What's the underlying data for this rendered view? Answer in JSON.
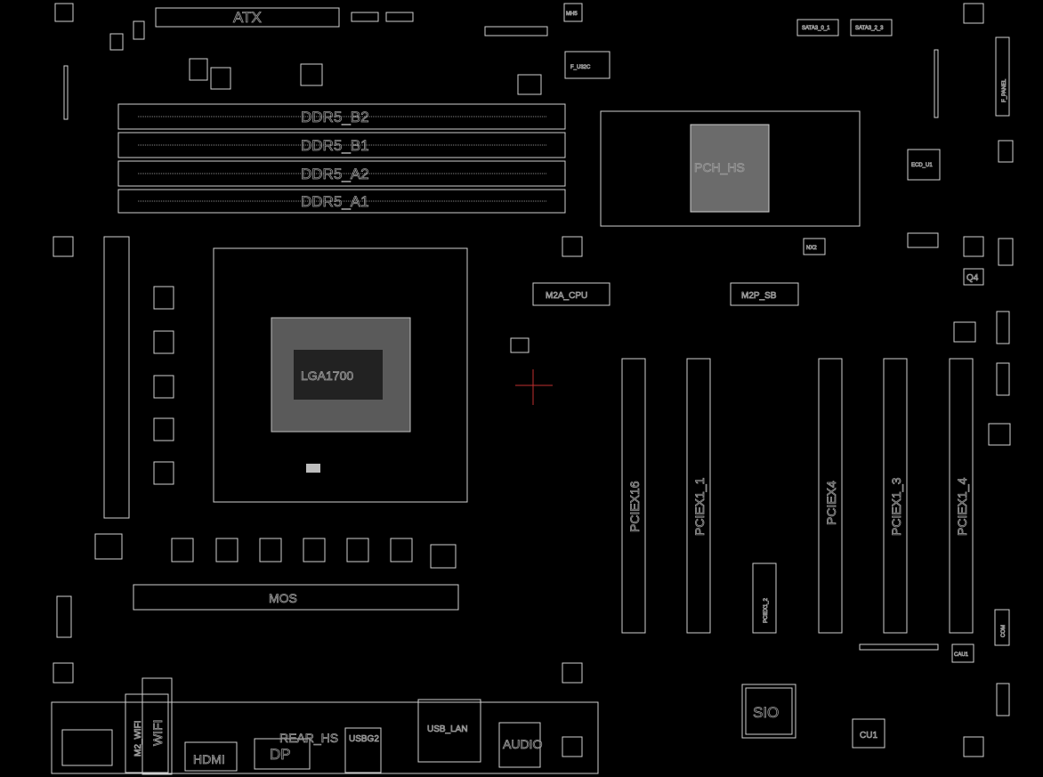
{
  "labels": {
    "atx": "ATX",
    "ddr_b2": "DDR5_B2",
    "ddr_b1": "DDR5_B1",
    "ddr_a2": "DDR5_A2",
    "ddr_a1": "DDR5_A1",
    "pch": "PCH_HS",
    "cpu": "LGA1700",
    "m2a": "M2A_CPU",
    "m2p": "M2P_SB",
    "pciex16": "PCIEX16",
    "pciex1_1": "PCIEX1_1",
    "pciex4": "PCIEX4",
    "pciex1_3": "PCIEX1_3",
    "pciex1_4": "PCIEX1_4",
    "pciex1_2": "PCIEX1_2",
    "sio": "SIO",
    "cu1": "CU1",
    "m2_wifi": "M2_WIFI",
    "wifi": "WIFI",
    "hdmi": "HDMI",
    "dp": "DP",
    "rear_hs": "REAR_HS",
    "usb_lan": "USB_LAN",
    "audio": "AUDIO",
    "usbg2": "USBG2",
    "f_u32c": "F_U32C",
    "f_panel": "F_PANEL",
    "sata_1": "SATA3_0_1",
    "sata_2": "SATA3_2_3",
    "q4": "Q4",
    "mos": "MOS",
    "nx2": "NX2",
    "mh": "MH5",
    "cau1": "CAU1",
    "ecd_u1": "ECD_U1",
    "com": "COM"
  },
  "colors": {
    "background": "#000000",
    "outline": "#cfcfcf",
    "label": "#9a9a9a",
    "marker": "#c03030"
  }
}
